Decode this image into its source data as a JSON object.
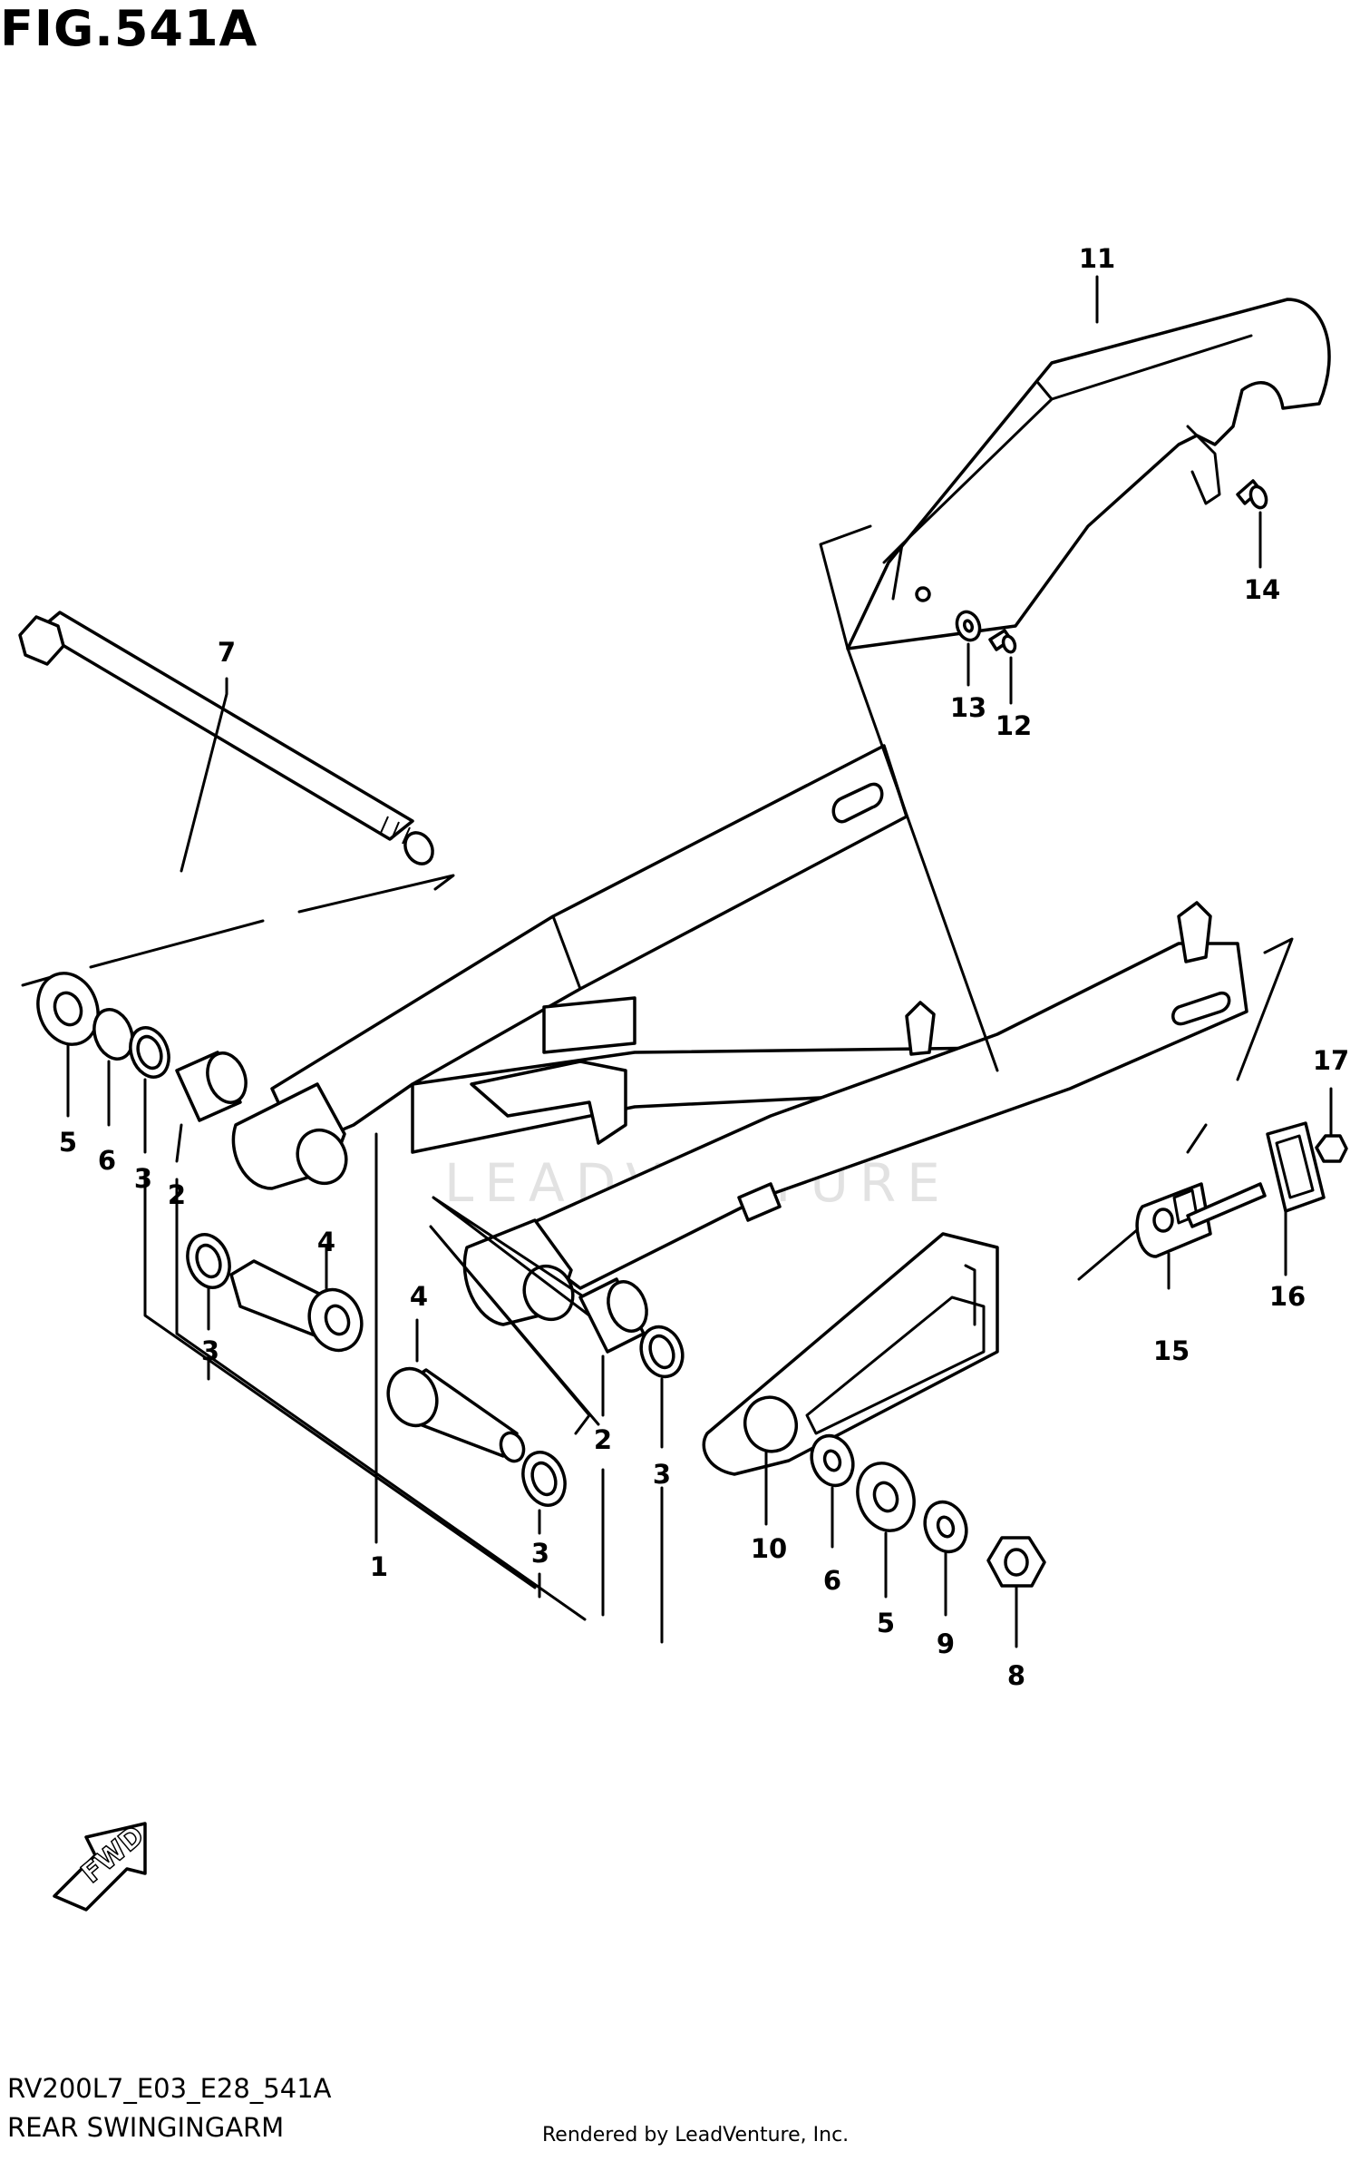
{
  "figure": {
    "title": "FIG.541A",
    "code": "RV200L7_E03_E28_541A",
    "name": "REAR SWINGINGARM",
    "credit": "Rendered by LeadVenture, Inc.",
    "watermark": "LEADVENTURE",
    "direction_badge": "FWD"
  },
  "callouts": {
    "c1": "1",
    "c2a": "2",
    "c2b": "2",
    "c3a": "3",
    "c3b": "3",
    "c3c": "3",
    "c3d": "3",
    "c4a": "4",
    "c4b": "4",
    "c5a": "5",
    "c5b": "5",
    "c6a": "6",
    "c6b": "6",
    "c7": "7",
    "c8": "8",
    "c9": "9",
    "c10": "10",
    "c11": "11",
    "c12": "12",
    "c13": "13",
    "c14": "14",
    "c15": "15",
    "c16": "16",
    "c17": "17"
  }
}
